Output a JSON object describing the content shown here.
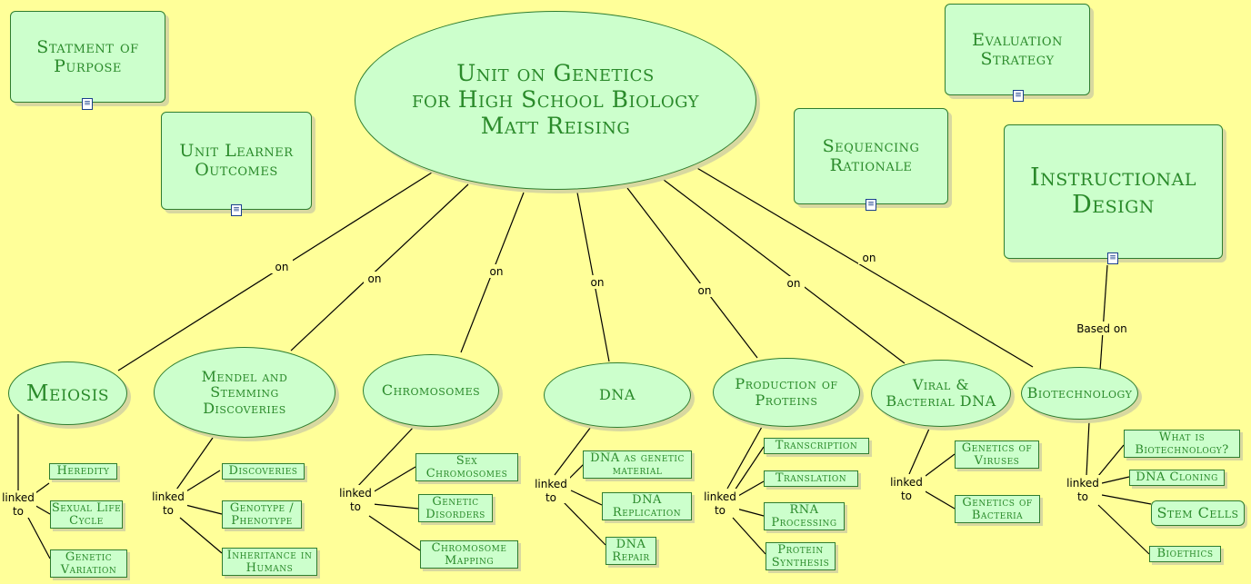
{
  "colors": {
    "background": "#ffff99",
    "node_fill": "#ccffcc",
    "node_text": "#2a8a2a",
    "node_border": "#2f7d2f"
  },
  "title": {
    "line1": "Unit on Genetics",
    "line2": "for High School Biology",
    "line3": "Matt Reising"
  },
  "boxes": {
    "purpose": "Statment of Purpose",
    "outcomes": "Unit Learner Outcomes",
    "sequencing": "Sequencing Rationale",
    "evaluation": "Evaluation Strategy",
    "instructional": "Instructional Design"
  },
  "topics": {
    "meiosis": "Meiosis",
    "mendel": "Mendel and Stemming Discoveries",
    "chromosomes": "Chromosomes",
    "dna": "DNA",
    "production": "Production of Proteins",
    "viral": "Viral & Bacterial DNA",
    "biotech": "Biotechnology"
  },
  "leaves": {
    "meiosis": [
      "Heredity",
      "Sexual Life Cycle",
      "Genetic Variation"
    ],
    "mendel": [
      "Discoveries",
      "Genotype / Phenotype",
      "Inheritance in Humans"
    ],
    "chromosomes": [
      "Sex Chromosomes",
      "Genetic Disorders",
      "Chromosome Mapping"
    ],
    "dna": [
      "DNA as genetic material",
      "DNA Replication",
      "DNA Repair"
    ],
    "production": [
      "Transcription",
      "Translation",
      "RNA Processing",
      "Protein Synthesis"
    ],
    "viral": [
      "Genetics of Viruses",
      "Genetics of Bacteria"
    ],
    "biotech": [
      "What is Biotechnology?",
      "DNA Cloning",
      "Stem Cells",
      "Bioethics"
    ]
  },
  "connectors": {
    "on": "on",
    "linked": "linked",
    "to": "to",
    "based_on": "Based on"
  },
  "icons": {
    "attachment": "document-icon"
  }
}
